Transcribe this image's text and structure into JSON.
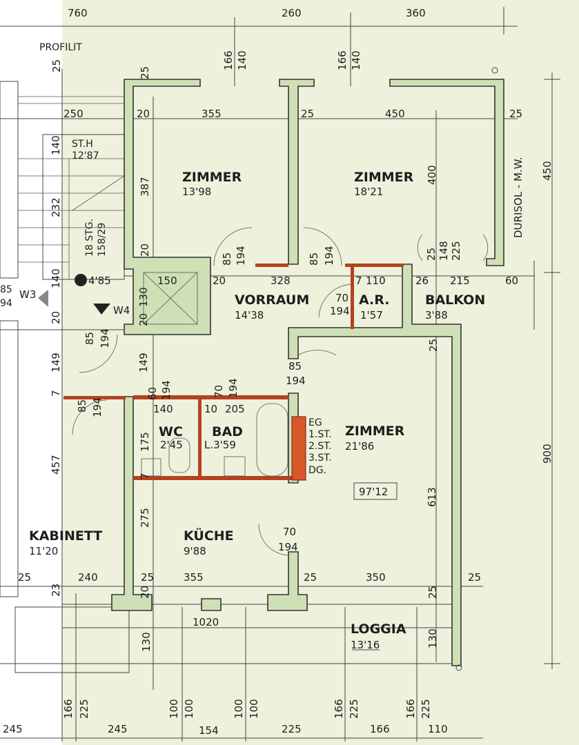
{
  "title_note": "PROFILIT",
  "rooms": [
    {
      "name": "ZIMMER",
      "area": "13'98"
    },
    {
      "name": "ZIMMER",
      "area": "18'21"
    },
    {
      "name": "VORRAUM",
      "area": "14'38"
    },
    {
      "name": "A.R.",
      "area": "1'57"
    },
    {
      "name": "BALKON",
      "area": "3'88"
    },
    {
      "name": "WC",
      "area": "2'45"
    },
    {
      "name": "BAD",
      "area": "L.3'59"
    },
    {
      "name": "ZIMMER",
      "area": "21'86"
    },
    {
      "name": "KABINETT",
      "area": "11'20"
    },
    {
      "name": "KÜCHE",
      "area": "9'88"
    },
    {
      "name": "LOGGIA",
      "area": "13'16"
    }
  ],
  "stair": {
    "label": "ST.H",
    "height": "12'87",
    "steps": "18 STG.",
    "step_size": "158/29",
    "level": "4'85"
  },
  "markers": {
    "w3": "W3",
    "w4": "W4"
  },
  "wall_note": "DURISOL - M.W.",
  "chimney_floors": [
    "EG",
    "1.ST.",
    "2.ST.",
    "3.ST.",
    "DG."
  ],
  "total_area": "97'12",
  "dims": {
    "top": [
      "760",
      "260",
      "360"
    ],
    "row1": [
      "250",
      "20",
      "355",
      "25",
      "450",
      "25"
    ],
    "windows_top": [
      "166",
      "140",
      "166",
      "140"
    ],
    "row_vorraum": [
      "20",
      "328",
      "7",
      "110",
      "26",
      "215",
      "60",
      "150"
    ],
    "ar_door": [
      "70",
      "194"
    ],
    "bath_row": [
      "140",
      "10",
      "205"
    ],
    "row_bottom": [
      "25",
      "240",
      "25",
      "355",
      "25",
      "350",
      "25"
    ],
    "window_bottom": "1020",
    "kitchen_door": [
      "70",
      "194"
    ],
    "zimmer_door": [
      "85",
      "194"
    ],
    "bottom_windows": [
      "166",
      "225",
      "100",
      "100",
      "100",
      "100",
      "166",
      "225",
      "166",
      "225"
    ],
    "bottom_row": [
      "245",
      "245",
      "154",
      "225",
      "166",
      "110"
    ],
    "vertical": [
      "25",
      "25",
      "140",
      "387",
      "400",
      "450",
      "232",
      "20",
      "85",
      "194",
      "85",
      "194",
      "25",
      "148",
      "225",
      "140",
      "130",
      "20",
      "20",
      "85",
      "194",
      "25",
      "149",
      "149",
      "60",
      "194",
      "70",
      "194",
      "85",
      "194",
      "7",
      "175",
      "457",
      "900",
      "613",
      "7",
      "275",
      "20",
      "23",
      "25",
      "130",
      "130"
    ],
    "left_edge": [
      "85",
      "94"
    ]
  }
}
